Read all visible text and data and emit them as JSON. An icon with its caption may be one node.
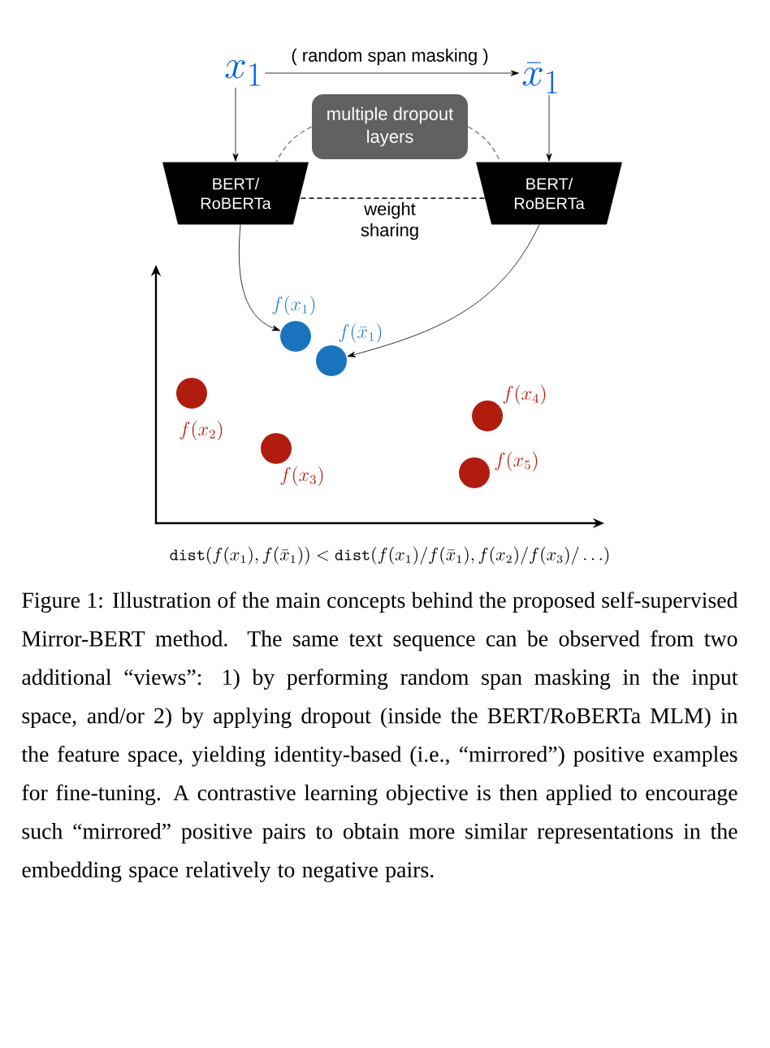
{
  "diagram": {
    "caption": "Figure 1: Illustration of the main concepts behind the proposed self-supervised Mirror-BERT method. The same text sequence can be observed from two additional “views”: 1) by performing random span masking in the input space, and/or 2) by applying dropout (inside the BERT/RoBERTa MLM) in the feature space, yielding identity-based (i.e., “mirrored”) positive examples for fine-tuning. A contrastive learning objective is then applied to encourage such “mirrored” positive pairs to obtain more similar representations in the embedding space relatively to negative pairs.",
    "nodes": [
      {
        "text": [
          "x_1"
        ]
      },
      {
        "text": [
          "\\bar{x}_1"
        ]
      },
      {
        "text": [
          "multiple dropout layers"
        ]
      },
      {
        "text": [
          "BERT/ RoBERTa"
        ]
      },
      {
        "text": [
          "BERT/ RoBERTa"
        ]
      },
      {
        "text": [],
        "shape": "circle",
        "beside": [
          "f(x_1)"
        ]
      },
      {
        "text": [],
        "shape": "circle",
        "beside": [
          "f(\\bar{x}_1)"
        ]
      },
      {
        "text": [],
        "shape": "circle",
        "beside": [
          "f(x_2)"
        ]
      },
      {
        "text": [],
        "shape": "circle",
        "beside": [
          "f(x_3)"
        ]
      },
      {
        "text": [],
        "shape": "circle",
        "beside": [
          "f(x_4)"
        ]
      },
      {
        "text": [],
        "shape": "circle",
        "beside": [
          "f(x_5)"
        ]
      }
    ],
    "edges": [
      {
        "from": 0,
        "to": 1,
        "arrow": "to",
        "label": "( random span masking )"
      },
      {
        "from": 0,
        "to": 3,
        "arrow": "to"
      },
      {
        "from": 1,
        "to": 4,
        "arrow": "to"
      },
      {
        "from": 2,
        "to": 3,
        "arrow": "none",
        "style": "dashed",
        "color": "#8c8c8c"
      },
      {
        "from": 2,
        "to": 4,
        "arrow": "none",
        "style": "dashed",
        "color": "#8c8c8c"
      },
      {
        "from": 3,
        "to": 4,
        "arrow": "none",
        "style": "dashed",
        "label": "weight sharing"
      },
      {
        "from": 3,
        "to": 5,
        "arrow": "to"
      },
      {
        "from": 4,
        "to": 6,
        "arrow": "to"
      }
    ],
    "labels": [
      "\\mathtt{dist}(f(x_1),f(\\bar{x}_1)) < \\mathtt{dist}(f(x_1)/f(\\bar{x}_1),f(x_2)/f(x_3)/\\ldots)"
    ]
  }
}
